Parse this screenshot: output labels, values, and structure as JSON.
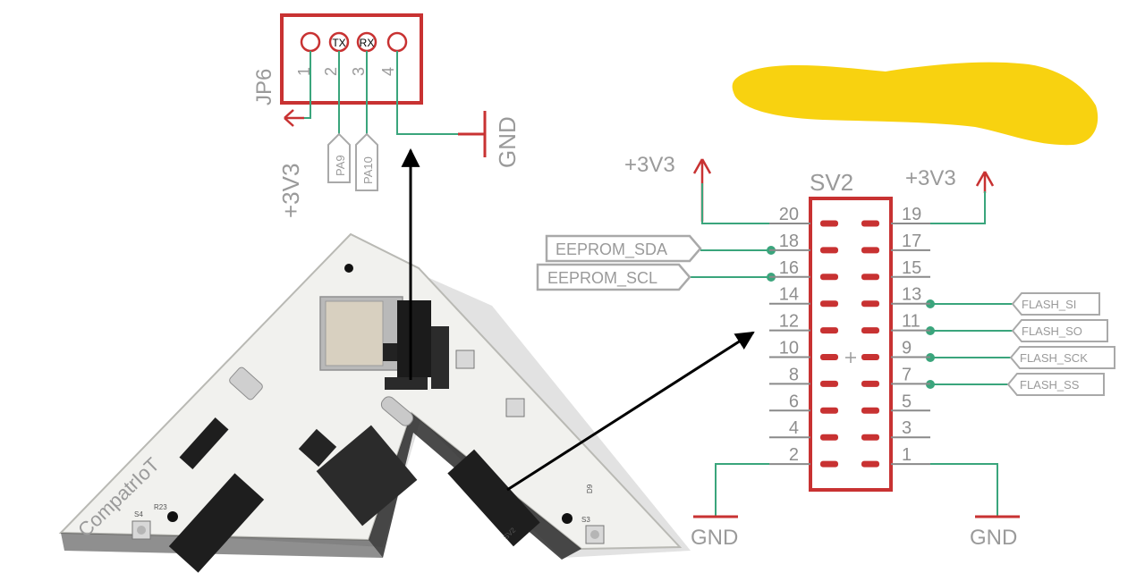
{
  "jp6": {
    "ref": "JP6",
    "pin_numbers": [
      "1",
      "2",
      "3",
      "4"
    ],
    "pin_labels": [
      "",
      "TX",
      "RX",
      ""
    ],
    "power_label": "+3V3",
    "gnd_label": "GND",
    "net_tags": [
      "PA9",
      "PA10"
    ]
  },
  "sv2": {
    "ref": "SV2",
    "left_pins": [
      "20",
      "18",
      "16",
      "14",
      "12",
      "10",
      "8",
      "6",
      "4",
      "2"
    ],
    "right_pins": [
      "19",
      "17",
      "15",
      "13",
      "11",
      "9",
      "7",
      "5",
      "3",
      "1"
    ],
    "power_left": "+3V3",
    "power_right": "+3V3",
    "gnd_left": "GND",
    "gnd_right": "GND",
    "left_nets": [
      "EEPROM_SDA",
      "EEPROM_SCL"
    ],
    "right_nets": [
      "FLASH_SI",
      "FLASH_SO",
      "FLASH_SCK",
      "FLASH_SS"
    ]
  },
  "board": {
    "silkscreen_name": "CompatrIoT",
    "silkscreen_labels": [
      "S4",
      "S3",
      "R23",
      "D9",
      "SV2"
    ]
  },
  "colors": {
    "schematic_red": "#c83232",
    "wire_green": "#3aa57c",
    "label_gray": "#9a9a9a",
    "redaction_yellow": "#f8d210",
    "pcb_white": "#f1f1ee",
    "header_black": "#1b1b1b"
  }
}
